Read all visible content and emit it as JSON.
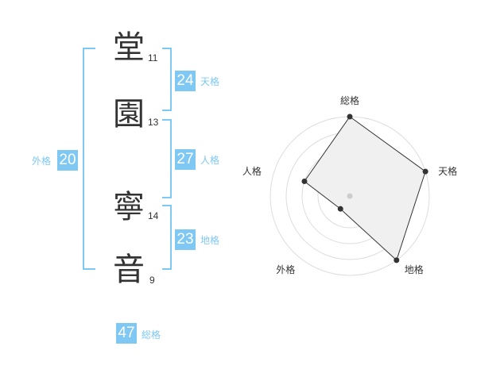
{
  "name": {
    "characters": [
      {
        "char": "堂",
        "strokes": "11"
      },
      {
        "char": "園",
        "strokes": "13"
      },
      {
        "char": "寧",
        "strokes": "14"
      },
      {
        "char": "音",
        "strokes": "9"
      }
    ]
  },
  "fortunes": {
    "tenkaku": {
      "value": "24",
      "label": "天格"
    },
    "jinkaku": {
      "value": "27",
      "label": "人格"
    },
    "chikaku": {
      "value": "23",
      "label": "地格"
    },
    "gaikaku": {
      "value": "20",
      "label": "外格"
    },
    "soukaku": {
      "value": "47",
      "label": "総格"
    }
  },
  "colors": {
    "accent": "#7fc8f4",
    "text": "#333333"
  },
  "chart_data": {
    "type": "radar",
    "axes": [
      "総格",
      "天格",
      "地格",
      "外格",
      "人格"
    ],
    "values": [
      5,
      5,
      5,
      1,
      3
    ],
    "max": 5,
    "rings": 5
  }
}
